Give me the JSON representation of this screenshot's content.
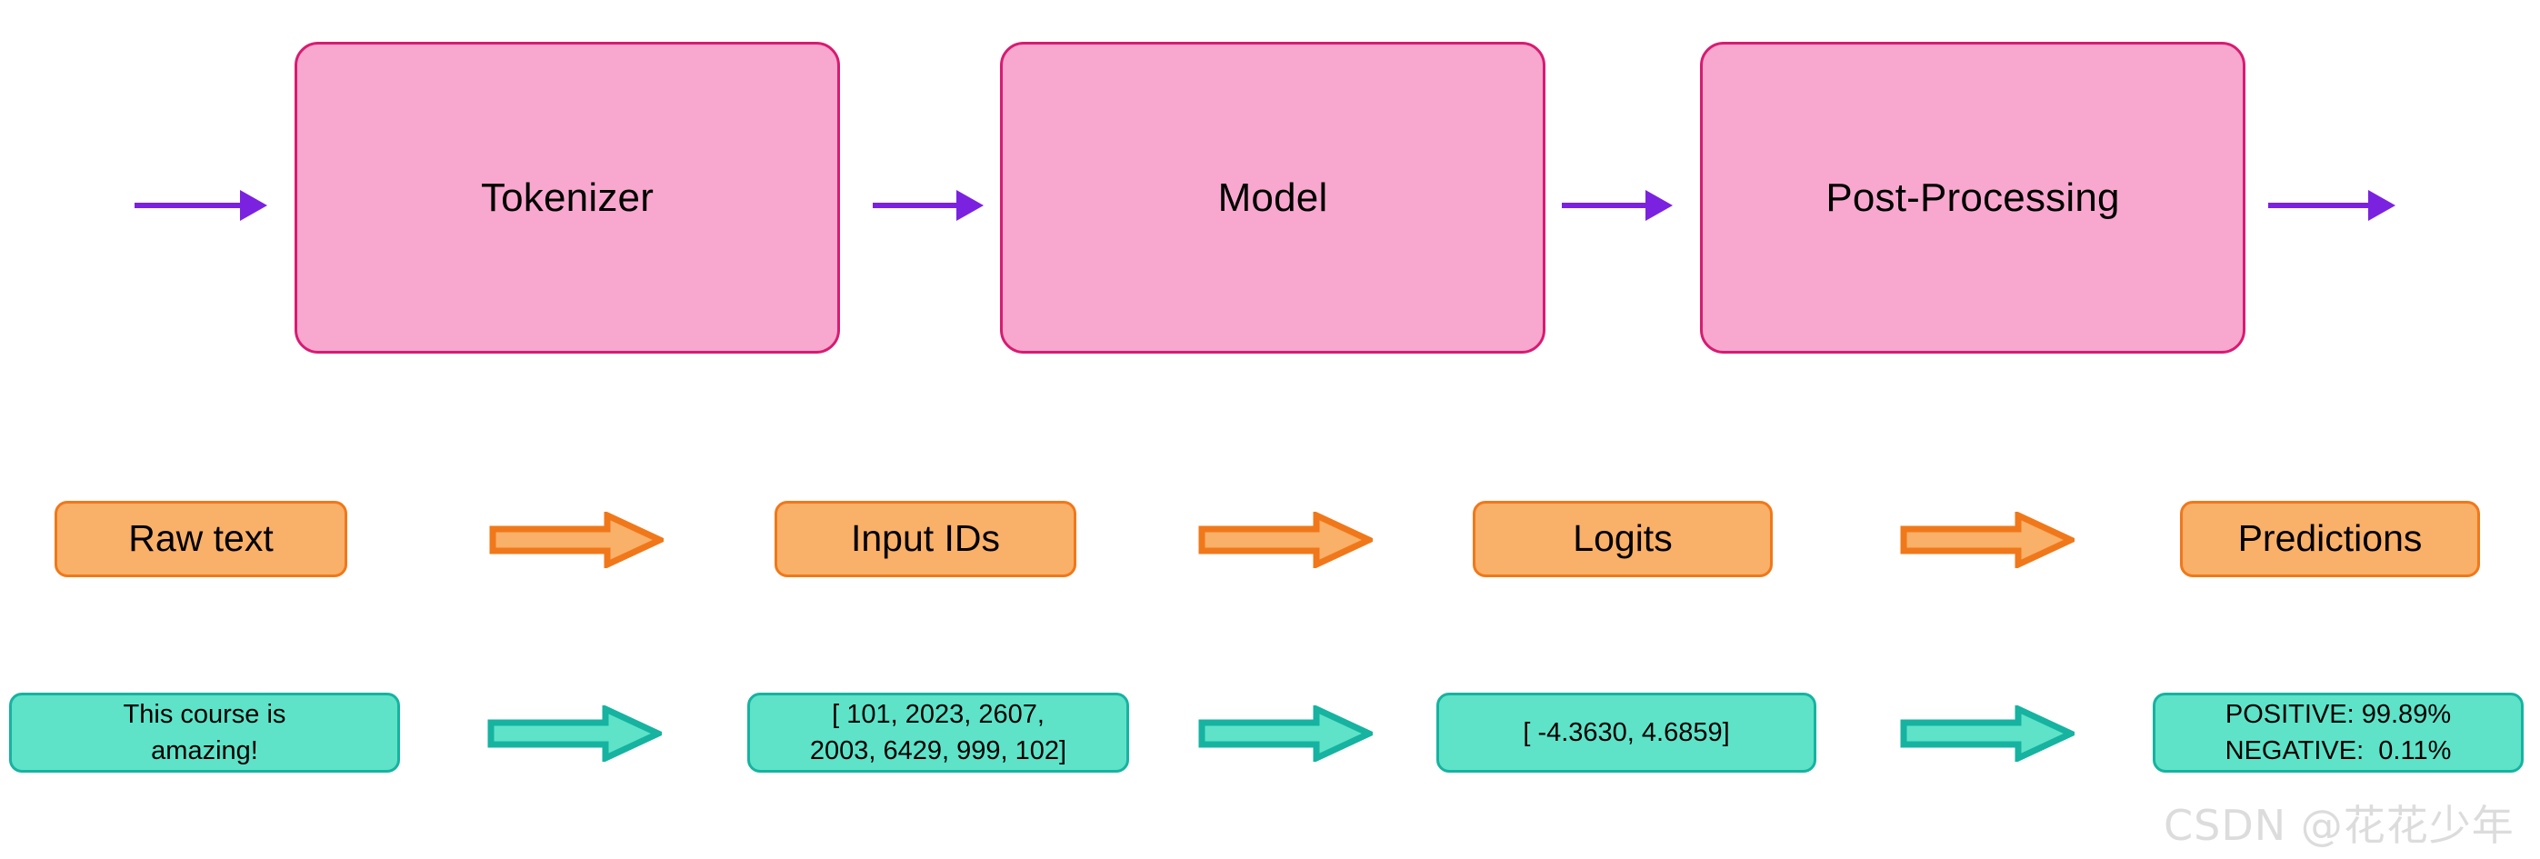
{
  "diagram": {
    "title": "NLP pipeline: Tokenizer, Model, Post-Processing",
    "colors": {
      "pipeline_fill": "#F8A8CE",
      "pipeline_border": "#D81B72",
      "pipeline_arrow": "#7B22E0",
      "label_fill": "#F9B068",
      "label_border": "#F0781A",
      "value_fill": "#5EE3C8",
      "value_border": "#16B3A0",
      "background": "#FFFFFF",
      "watermark": "#DCDCDC"
    },
    "pipeline_stages": [
      {
        "label": "Tokenizer"
      },
      {
        "label": "Model"
      },
      {
        "label": "Post-Processing"
      }
    ],
    "pipeline_arrows": [
      {
        "name": "arrow-input-to-tokenizer"
      },
      {
        "name": "arrow-tokenizer-to-model"
      },
      {
        "name": "arrow-model-to-postprocessing"
      },
      {
        "name": "arrow-postprocessing-to-output"
      }
    ],
    "stage_labels": [
      {
        "label": "Raw text"
      },
      {
        "label": "Input IDs"
      },
      {
        "label": "Logits"
      },
      {
        "label": "Predictions"
      }
    ],
    "stage_label_arrows": [
      {
        "name": "arrow-rawtext-to-inputids"
      },
      {
        "name": "arrow-inputids-to-logits"
      },
      {
        "name": "arrow-logits-to-predictions"
      }
    ],
    "stage_values": [
      {
        "lines": [
          "This course is",
          "amazing!"
        ]
      },
      {
        "lines": [
          "[ 101, 2023, 2607,",
          "2003, 6429, 999, 102]"
        ]
      },
      {
        "lines": [
          "[ -4.3630, 4.6859]"
        ]
      },
      {
        "lines": [
          "POSITIVE: 99.89%",
          "NEGATIVE:  0.11%"
        ]
      }
    ],
    "stage_value_arrows": [
      {
        "name": "arrow-text-to-ids"
      },
      {
        "name": "arrow-ids-to-logits"
      },
      {
        "name": "arrow-logits-to-preds"
      }
    ],
    "watermark": "CSDN @花花少年"
  }
}
